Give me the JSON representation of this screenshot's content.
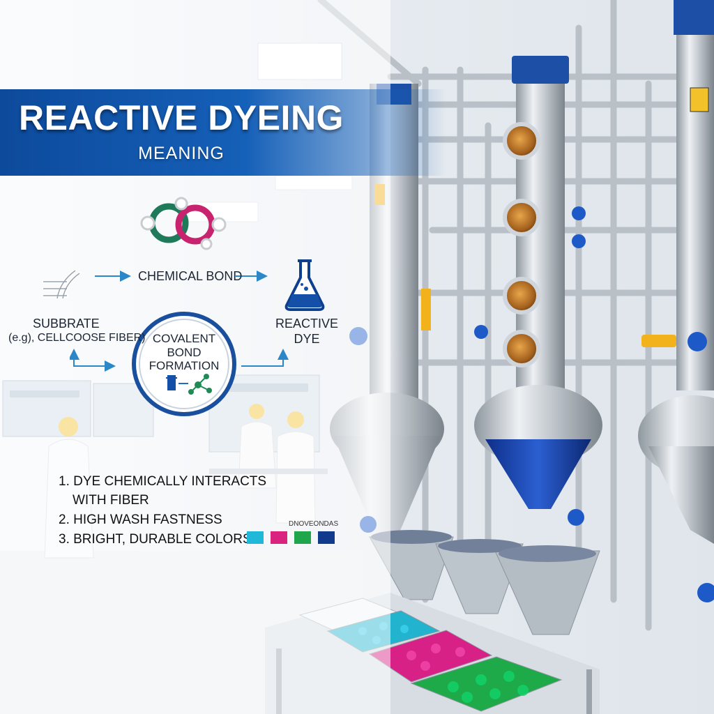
{
  "header": {
    "title": "REACTIVE DYEING",
    "subtitle": "MEANING"
  },
  "diagram": {
    "chemical_bond_label": "CHEMICAL BOND",
    "substrate_label": "SUBBRATE",
    "substrate_example": "(e.g), CELLCOOSE FIBER)",
    "reactive_dye_line1": "REACTIVE",
    "reactive_dye_line2": "DYE",
    "covalent_line1": "COVALENT",
    "covalent_line2": "BOND",
    "covalent_line3": "FORMATION"
  },
  "list": {
    "item1_line1": "1. DYE CHEMICALLY INTERACTS",
    "item1_line2": "WITH FIBER",
    "item2": "2. HIGH WASH FASTNESS",
    "item3": "3. BRIGHT, DURABLE COLORS"
  },
  "swatch_caption": "DNOVEONDAS",
  "colors": {
    "cyan": "#1fb8d8",
    "magenta": "#d9237f",
    "green": "#1fa64a",
    "navy": "#123a8c",
    "banner": "#1560b8",
    "arrow": "#2b87c8"
  },
  "icons": [
    "interlocking-rings-icon",
    "fiber-icon",
    "flask-icon",
    "molecule-icon"
  ]
}
